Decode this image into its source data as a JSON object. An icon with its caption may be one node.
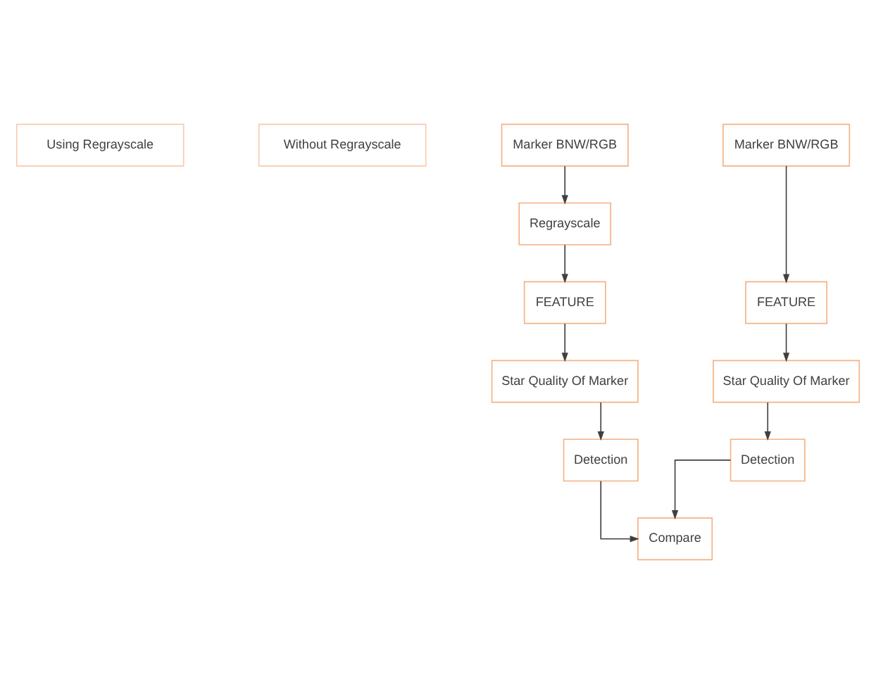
{
  "diagram": {
    "nodes": [
      {
        "text": [
          "Using Regrayscale"
        ]
      },
      {
        "text": [
          "Without Regrayscale"
        ]
      },
      {
        "text": [
          "Marker BNW/RGB"
        ]
      },
      {
        "text": [
          "Regrayscale"
        ]
      },
      {
        "text": [
          "FEATURE"
        ]
      },
      {
        "text": [
          "Star Quality Of Marker"
        ]
      },
      {
        "text": [
          "Detection"
        ]
      },
      {
        "text": [
          "Marker BNW/RGB"
        ]
      },
      {
        "text": [
          "FEATURE"
        ]
      },
      {
        "text": [
          "Star Quality Of Marker"
        ]
      },
      {
        "text": [
          "Detection"
        ]
      },
      {
        "text": [
          "Compare"
        ]
      }
    ],
    "edges": [
      {
        "from": 2,
        "to": 3,
        "arrow": "to"
      },
      {
        "from": 3,
        "to": 4,
        "arrow": "to"
      },
      {
        "from": 4,
        "to": 5,
        "arrow": "to"
      },
      {
        "from": 5,
        "to": 6,
        "arrow": "to"
      },
      {
        "from": 6,
        "to": 11,
        "arrow": "to"
      },
      {
        "from": 7,
        "to": 8,
        "arrow": "to"
      },
      {
        "from": 8,
        "to": 9,
        "arrow": "to"
      },
      {
        "from": 9,
        "to": 10,
        "arrow": "to"
      },
      {
        "from": 10,
        "to": 11,
        "arrow": "to"
      }
    ]
  }
}
